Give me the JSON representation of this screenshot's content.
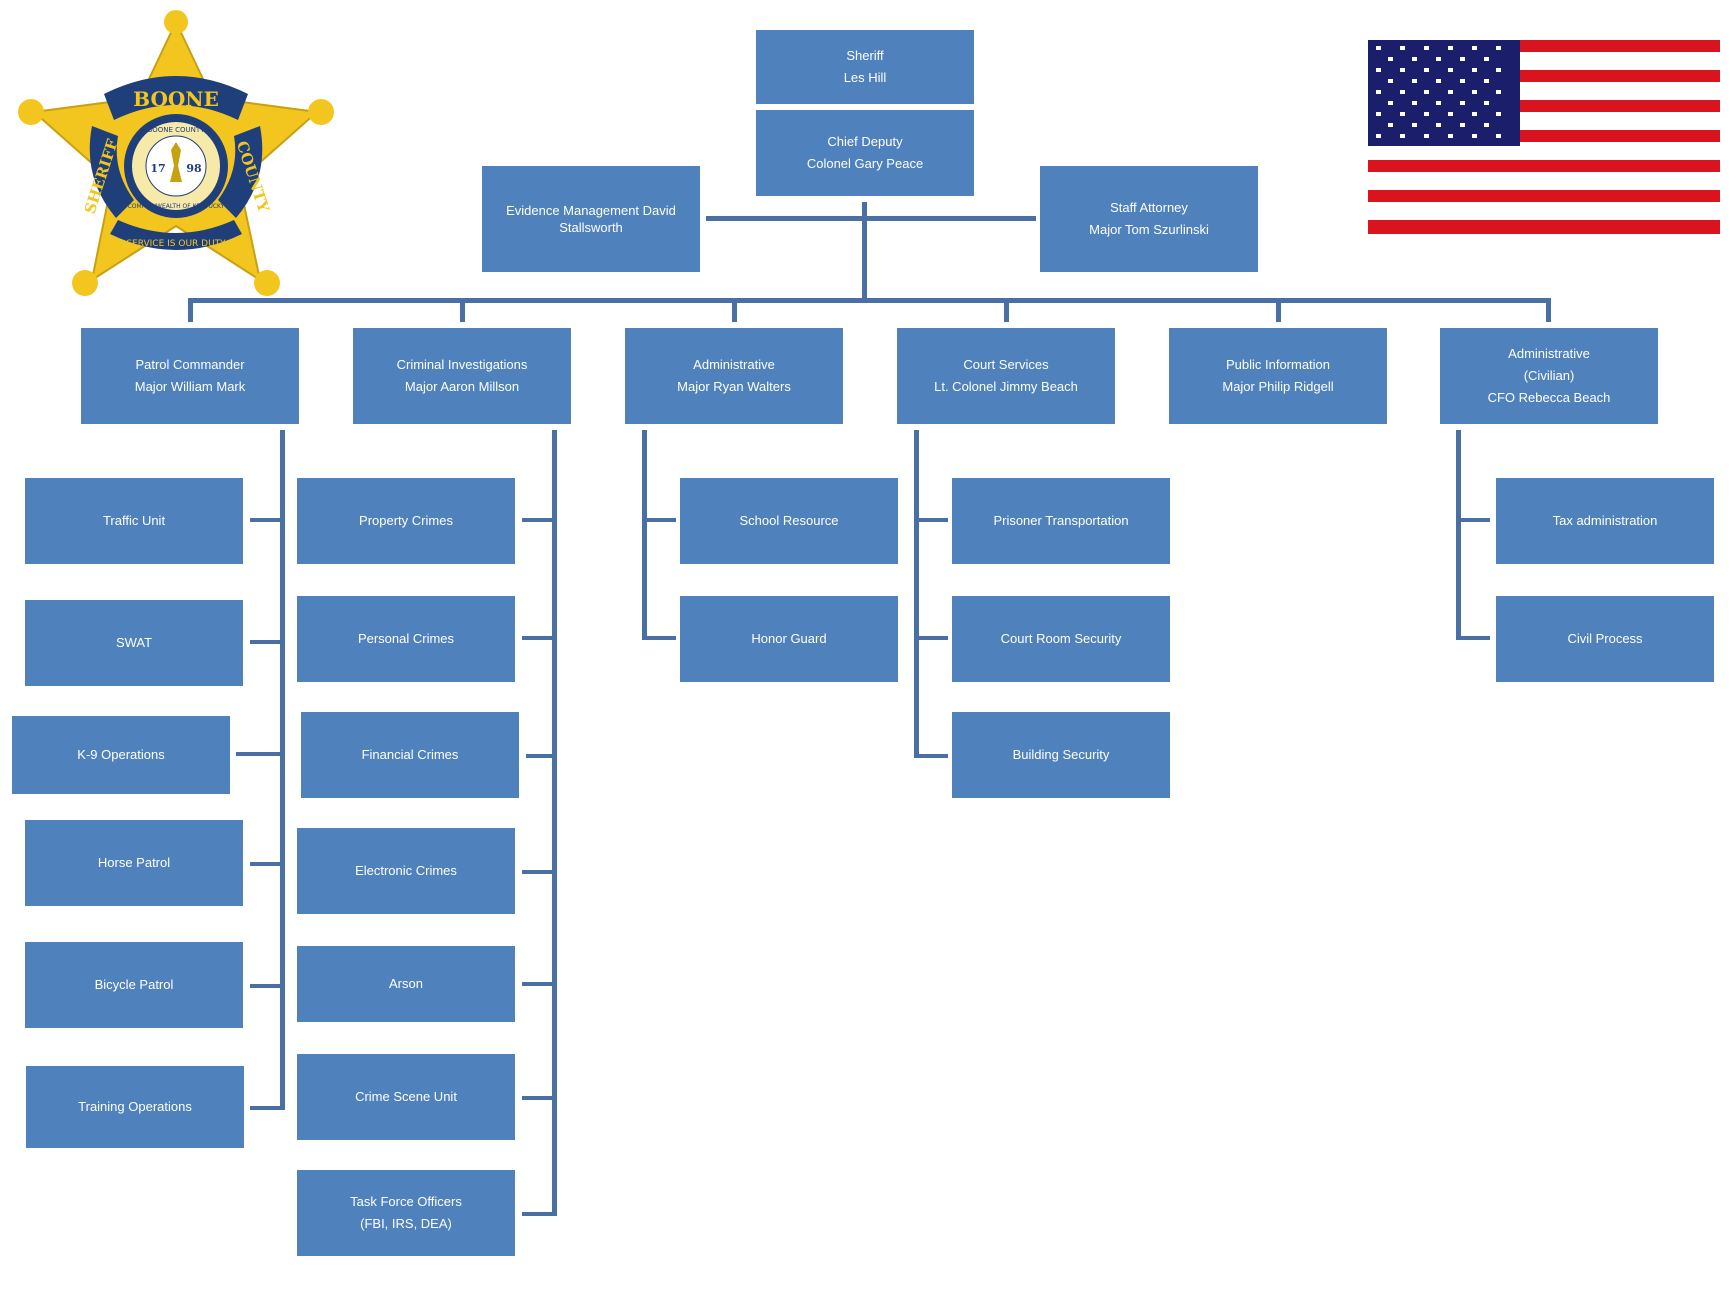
{
  "logo": {
    "top_text": "BOONE",
    "left_text": "SHERIFF",
    "right_text": "COUNTY",
    "ring_top": "BOONE COUNTY",
    "ring_bottom": "COMMONWEALTH OF KENTUCKY",
    "year_left": "17",
    "year_right": "98",
    "motto": "SERVICE IS OUR DUTY"
  },
  "colors": {
    "box": "#4f81bd",
    "line": "#4a6fa5",
    "star": "#f2c61f",
    "ribbon": "#1f3f7a",
    "flag_red": "#d9141e",
    "flag_blue": "#1b1f6b"
  },
  "top": {
    "sheriff": {
      "title": "Sheriff",
      "name": "Les Hill"
    },
    "chief": {
      "title": "Chief Deputy",
      "name": "Colonel Gary Peace"
    },
    "evidence": {
      "title": "Evidence Management David Stallsworth"
    },
    "attorney": {
      "title": "Staff Attorney",
      "name": "Major Tom Szurlinski"
    }
  },
  "divisions": [
    {
      "title": "Patrol Commander",
      "name": "Major William Mark"
    },
    {
      "title": "Criminal Investigations",
      "name": "Major Aaron Millson"
    },
    {
      "title": "Administrative",
      "name": "Major Ryan Walters"
    },
    {
      "title": "Court Services",
      "name": "Lt. Colonel Jimmy Beach"
    },
    {
      "title": "Public Information",
      "name": "Major Philip Ridgell"
    },
    {
      "title": "Administrative",
      "sub": "(Civilian)",
      "name": "CFO Rebecca Beach"
    }
  ],
  "patrol_units": [
    "Traffic Unit",
    "SWAT",
    "K-9 Operations",
    "Horse Patrol",
    "Bicycle Patrol",
    "Training Operations"
  ],
  "investigation_units": [
    "Property Crimes",
    "Personal Crimes",
    "Financial Crimes",
    "Electronic Crimes",
    "Arson",
    "Crime Scene Unit",
    "Task Force Officers"
  ],
  "task_force_note": "(FBI, IRS, DEA)",
  "admin_units": [
    "School Resource",
    "Honor Guard"
  ],
  "court_units": [
    "Prisoner Transportation",
    "Court Room Security",
    "Building Security"
  ],
  "civilian_units": [
    "Tax administration",
    "Civil Process"
  ]
}
